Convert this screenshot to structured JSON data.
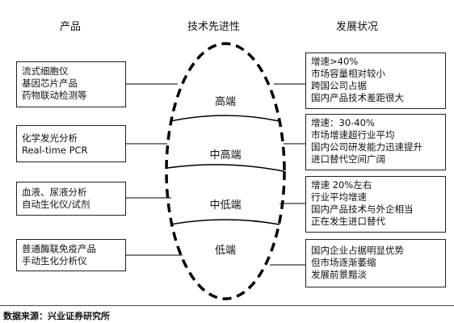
{
  "headers": {
    "product": "产品",
    "tech": "技术先进性",
    "status": "发展状况"
  },
  "tiers": [
    "高端",
    "中高端",
    "中低端",
    "低端"
  ],
  "products": [
    [
      "流式细胞仪",
      "基因芯片产品",
      "药物联动检测等"
    ],
    [
      "化学发光分析",
      "Real-time PCR"
    ],
    [
      "血液、尿液分析",
      "自动生化仪/试剂"
    ],
    [
      "普通酶联免疫产品",
      "手动生化分析仪"
    ]
  ],
  "statuses": [
    [
      "增速>40%",
      "市场容量相对较小",
      "跨国公司占据",
      "国内产品技术差距很大"
    ],
    [
      "增速：30-40%",
      "市场增速超行业平均",
      "国内公司研发能力迅速提升",
      "进口替代空间广阔"
    ],
    [
      "增速 20%左右",
      "行业平均增速",
      "国内产品技术与外企相当",
      "正在发生进口替代"
    ],
    [
      "国内企业占据明显优势",
      "但市场逐渐萎缩",
      "发展前景黯淡"
    ]
  ],
  "source": "数据来源：兴业证券研究所"
}
